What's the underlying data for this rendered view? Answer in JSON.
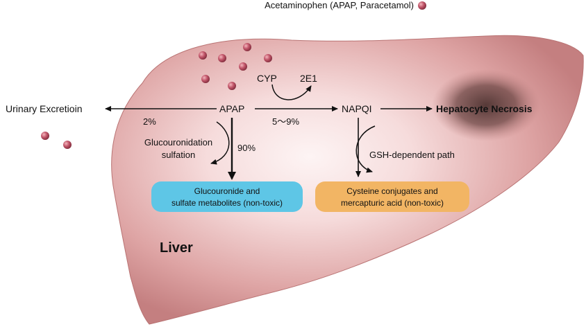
{
  "legend": {
    "text": "Acetaminophen (APAP, Paracetamol)"
  },
  "nodes": {
    "urinary": "Urinary Excretioin",
    "apap": "APAP",
    "napqi": "NAPQI",
    "necrosis": "Hepatocyte Necrosis",
    "cyp": "CYP",
    "e21": "2E1",
    "liver": "Liver"
  },
  "percentages": {
    "urinary": "2%",
    "cyp": "5～9%",
    "glucuronidation": "90%"
  },
  "pathways": {
    "glucuronidation_line1": "Glucouronidation",
    "glucuronidation_line2": "sulfation",
    "gsh": "GSH-dependent path"
  },
  "boxes": {
    "glucuronide": {
      "line1": "Glucouronide and",
      "line2": "sulfate metabolites (non-toxic)",
      "color": "#5ec6e6"
    },
    "cysteine": {
      "line1": "Cysteine conjugates and",
      "line2": "mercapturic acid (non-toxic)",
      "color": "#f2b564"
    }
  },
  "colors": {
    "liver": "#c98a8a",
    "liver_glow": "#fbeeee",
    "necrosis": "#5a3a38",
    "molecule": "#b85060"
  }
}
